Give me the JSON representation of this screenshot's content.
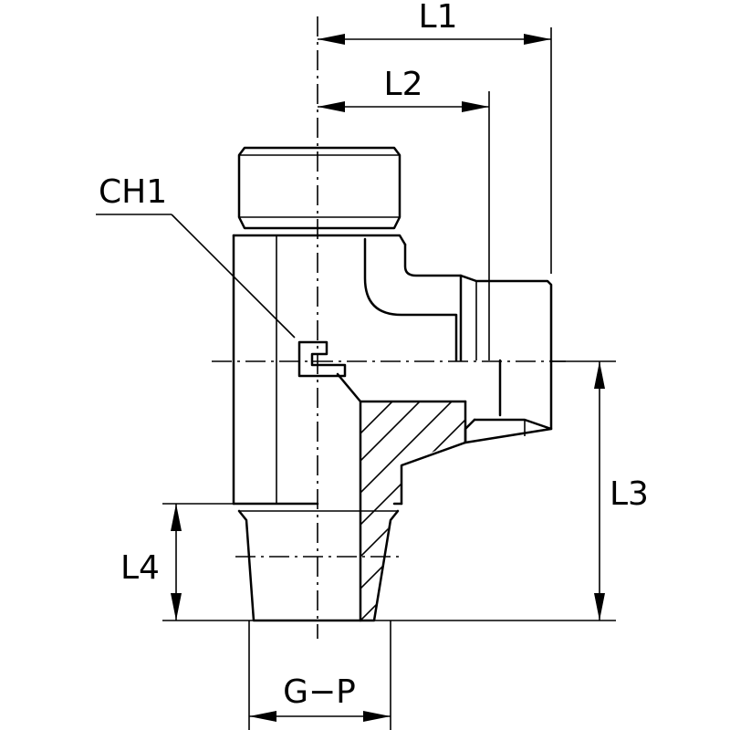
{
  "labels": {
    "l1": "L1",
    "l2": "L2",
    "l3": "L3",
    "l4": "L4",
    "ch1": "CH1",
    "gp": "G−P"
  }
}
